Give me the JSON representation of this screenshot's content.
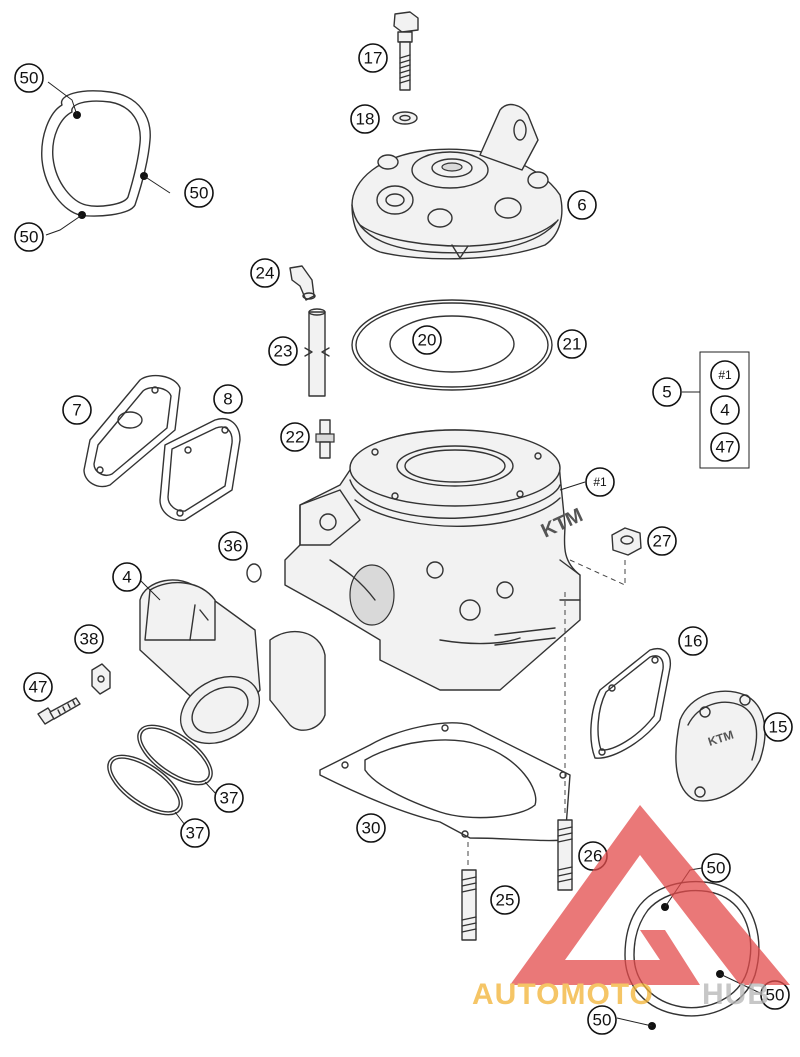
{
  "diagram": {
    "callouts": {
      "c17": "17",
      "c18": "18",
      "c6": "6",
      "c24": "24",
      "c20": "20",
      "c21": "21",
      "c23": "23",
      "c22": "22",
      "c7": "7",
      "c8": "8",
      "c5": "5",
      "c5a": "#1",
      "c5b": "4",
      "c5c": "47",
      "c1": "#1",
      "c27": "27",
      "c36": "36",
      "c4": "4",
      "c38": "38",
      "c47": "47",
      "c16": "16",
      "c15": "15",
      "c37a": "37",
      "c37b": "37",
      "c30": "30",
      "c26": "26",
      "c25": "25",
      "tl50a": "50",
      "tl50b": "50",
      "tl50c": "50",
      "br50a": "50",
      "br50b": "50",
      "br50c": "50"
    },
    "cover_marking": "KTM",
    "watermark": {
      "text_a": "AUTOMOTO",
      "text_b": "HUB",
      "color_logo": "#e34b4b",
      "color_text": "#f2b233",
      "color_text_b": "#b5b5b5"
    }
  }
}
